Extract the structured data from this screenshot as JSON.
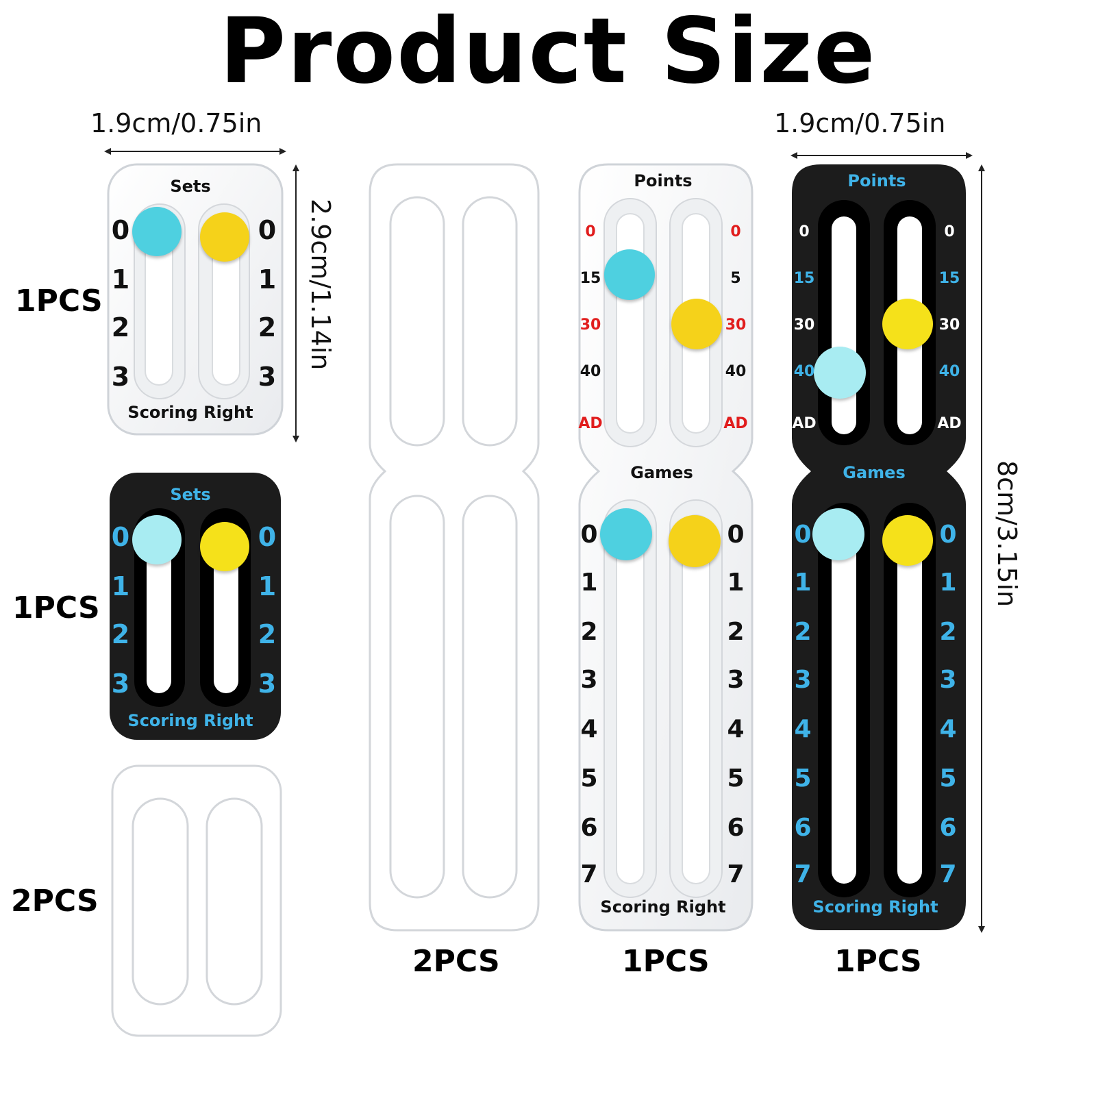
{
  "title": "Product Size",
  "dimensions": {
    "width_left": "1.9cm/0.75in",
    "width_right": "1.9cm/0.75in",
    "height_small": "2.9cm/1.14in",
    "height_large": "8cm/3.15in"
  },
  "quantities": {
    "small_clear": "1PCS",
    "small_black": "1PCS",
    "small_frame": "2PCS",
    "large_frame": "2PCS",
    "large_clear": "1PCS",
    "large_black": "1PCS"
  },
  "sets_panel": {
    "header": "Sets",
    "footer": "Scoring Right",
    "numbers": [
      "0",
      "1",
      "2",
      "3"
    ]
  },
  "points_panel": {
    "header": "Points",
    "left_values": [
      "0",
      "15",
      "30",
      "40",
      "AD"
    ],
    "right_values_clear": [
      "0",
      "5",
      "30",
      "40",
      "AD"
    ],
    "right_values_black": [
      "0",
      "15",
      "30",
      "40",
      "AD"
    ]
  },
  "games_panel": {
    "header": "Games",
    "footer": "Scoring Right",
    "numbers": [
      "0",
      "1",
      "2",
      "3",
      "4",
      "5",
      "6",
      "7"
    ]
  },
  "colors": {
    "accent_blue": "#3fb3e8",
    "accent_red": "#e11d1d",
    "knob_cyan": "#4ed0e0",
    "knob_light_cyan": "#a8ecf2",
    "knob_yellow": "#f5d21a",
    "panel_black": "#1c1c1c"
  }
}
